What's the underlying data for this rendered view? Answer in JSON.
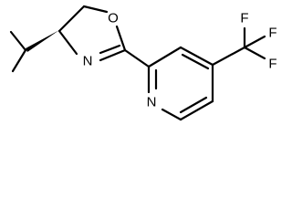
{
  "molecule": {
    "atoms": {
      "oxazoline_oxygen": "O",
      "oxazoline_nitrogen": "N",
      "pyridine_nitrogen": "N",
      "fluorine_top": "F",
      "fluorine_right": "F",
      "fluorine_bottom": "F"
    },
    "stereo_wedge_present": true
  },
  "colors": {
    "bond": "#000000",
    "label": "#000000",
    "background": "#ffffff"
  }
}
